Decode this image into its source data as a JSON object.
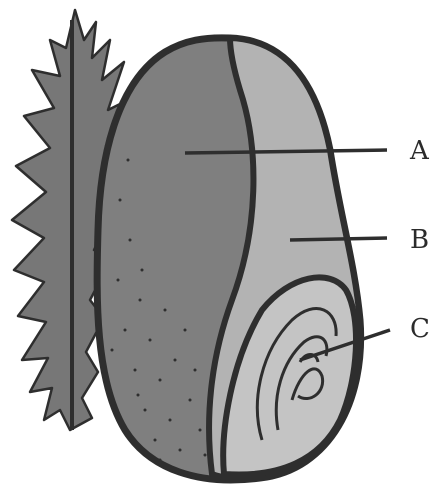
{
  "labels": {
    "a": "A",
    "b": "B",
    "c": "C"
  },
  "colors": {
    "outline": "#2e2e2e",
    "pericarp_region": "#7f7f7f",
    "endosperm_region": "#b3b3b3",
    "embryo_region": "#c4c4c4",
    "feather": "#777777",
    "background": "#ffffff"
  }
}
